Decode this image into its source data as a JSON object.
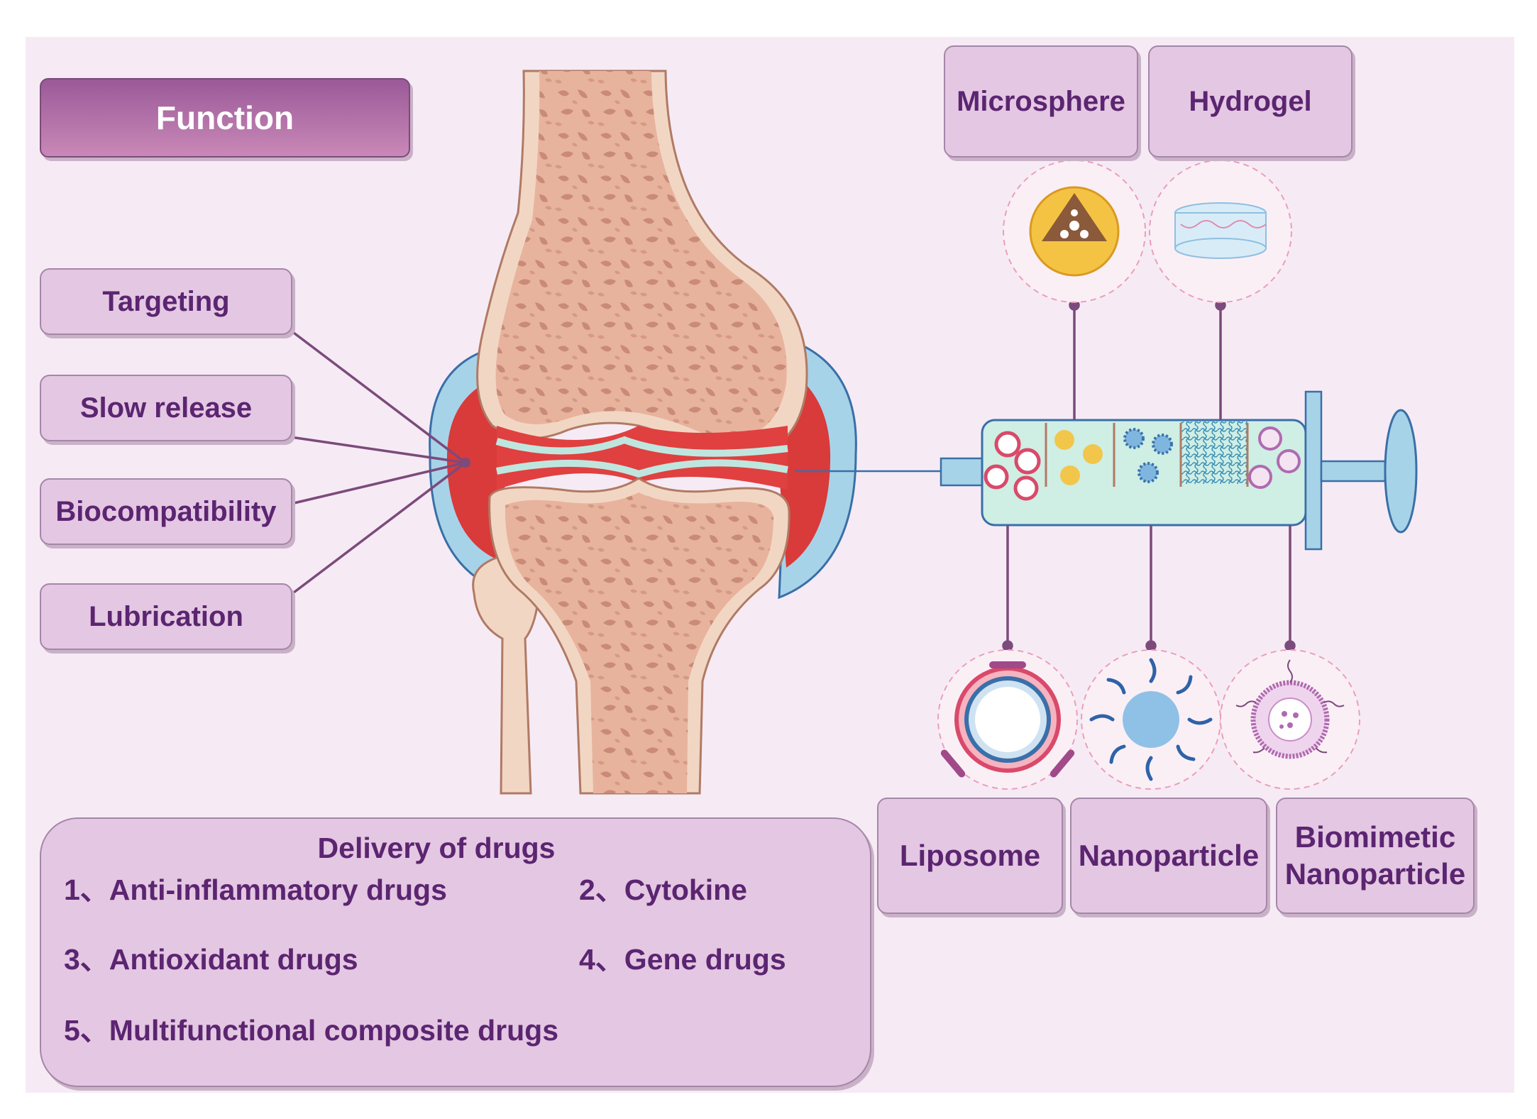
{
  "function_header": "Function",
  "functions": [
    "Targeting",
    "Slow release",
    "Biocompatibility",
    "Lubrication"
  ],
  "carriers_top": [
    "Microsphere",
    "Hydrogel"
  ],
  "carriers_bottom": [
    "Liposome",
    "Nanoparticle",
    "Biomimetic Nanoparticle"
  ],
  "biomimetic_lines": [
    "Biomimetic",
    "Nanoparticle"
  ],
  "delivery": {
    "title": "Delivery of drugs",
    "items": [
      "1、Anti-inflammatory drugs",
      "2、Cytokine",
      "3、Antioxidant drugs",
      "4、Gene drugs",
      "5、Multifunctional composite drugs"
    ]
  },
  "colors": {
    "label_fill": "#e4c7e2",
    "label_text": "#5b2571",
    "connector": "#7c4a7b",
    "bone": "#e6ad96",
    "synovium": "#d93a3a",
    "capsule": "#a7d3e8",
    "syringe": "#cfeee4"
  }
}
